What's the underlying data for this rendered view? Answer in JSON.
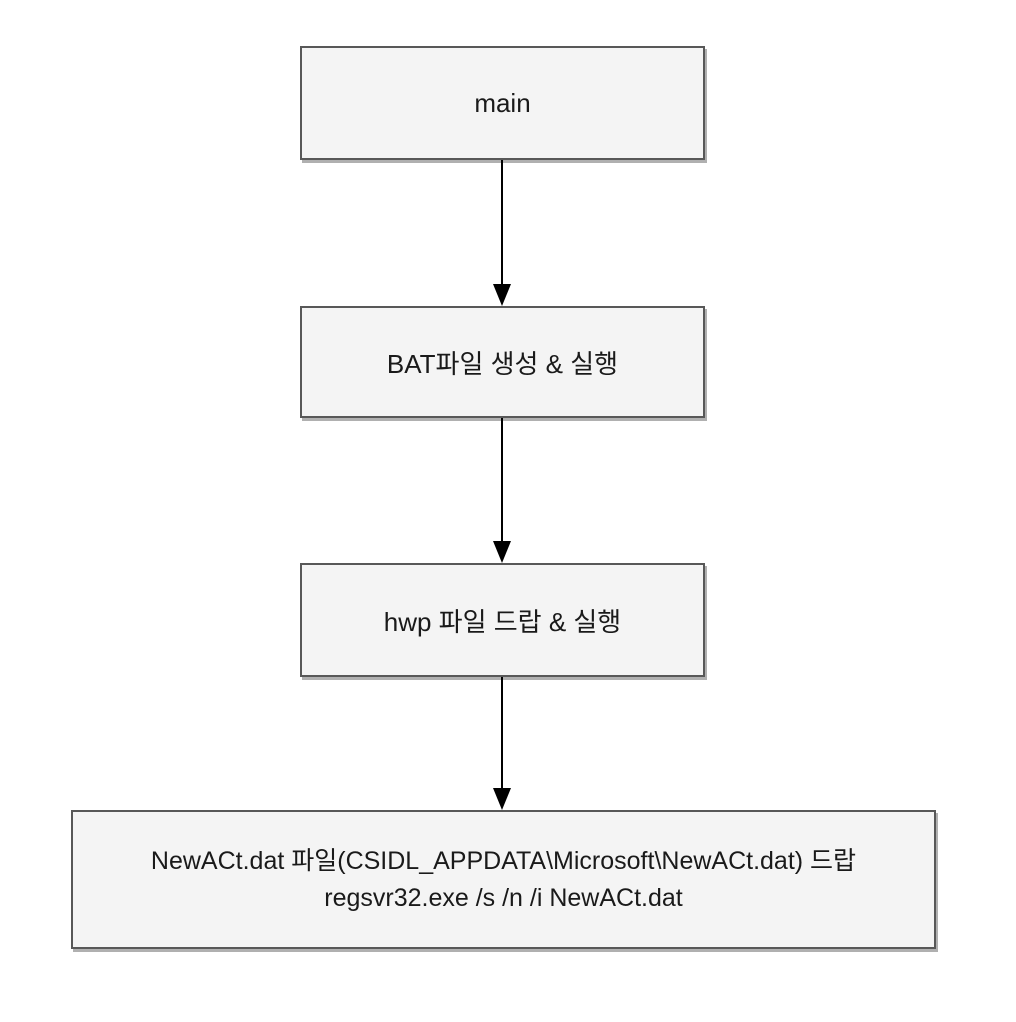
{
  "diagram": {
    "type": "flowchart",
    "direction": "top-down",
    "colors": {
      "background": "#ffffff",
      "node_fill": "#f4f4f4",
      "node_border": "#585858",
      "node_shadow": "#b0b0b0",
      "arrow": "#000000",
      "text": "#1a1a1a"
    },
    "nodes": [
      {
        "id": "main",
        "label": "main"
      },
      {
        "id": "bat-file",
        "label": "BAT파일 생성 & 실행"
      },
      {
        "id": "hwp-file",
        "label": "hwp 파일 드랍 & 실행"
      },
      {
        "id": "newact-dat",
        "lines": [
          "NewACt.dat 파일(CSIDL_APPDATA\\Microsoft\\NewACt.dat) 드랍",
          "regsvr32.exe /s /n /i NewACt.dat"
        ]
      }
    ],
    "edges": [
      {
        "from": "main",
        "to": "bat-file"
      },
      {
        "from": "bat-file",
        "to": "hwp-file"
      },
      {
        "from": "hwp-file",
        "to": "newact-dat"
      }
    ]
  }
}
